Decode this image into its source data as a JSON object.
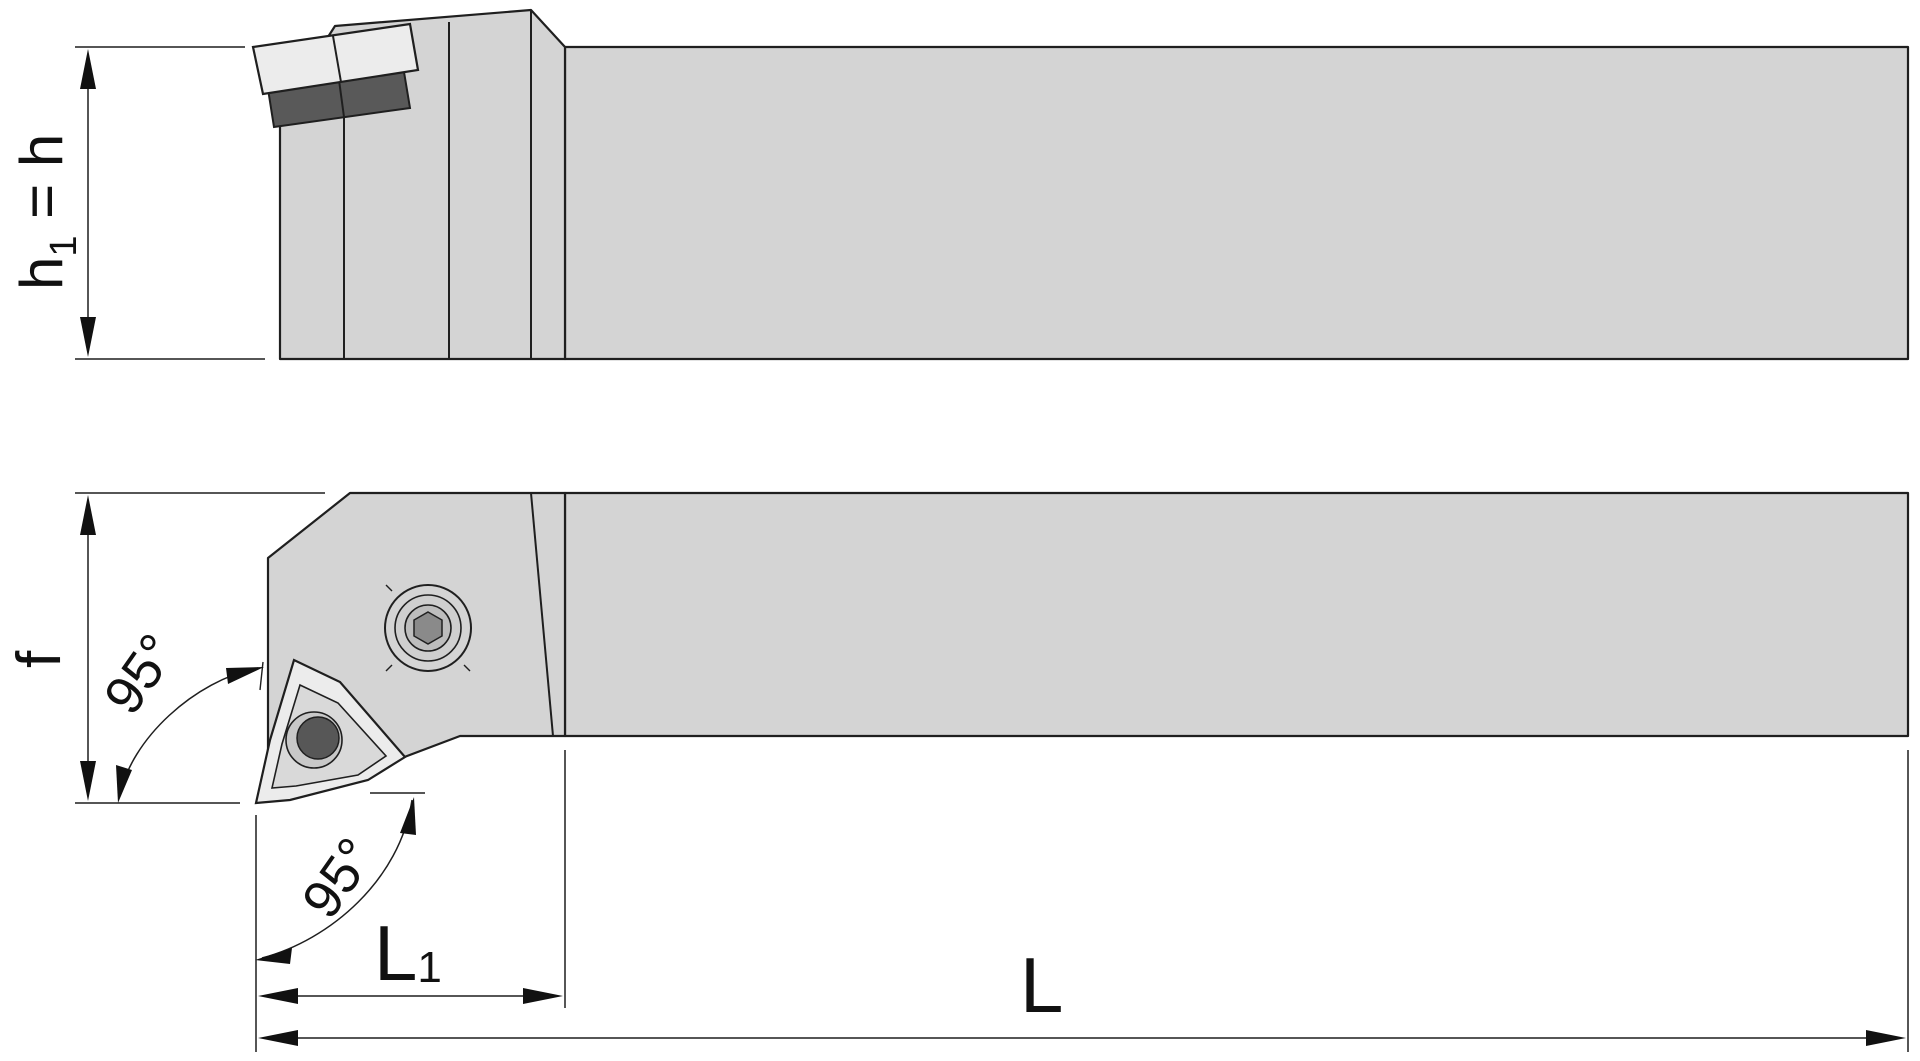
{
  "labels": {
    "height_main": "h",
    "height_sub": "1",
    "height_rest": " = h",
    "offset": "f",
    "angle_top": "95°",
    "angle_bottom": "95°",
    "head_length_main": "L",
    "head_length_sub": "1",
    "overall_length": "L"
  },
  "colors": {
    "body": "#d4d4d4",
    "insert_light": "#ececec",
    "insert_dark": "#595959",
    "line": "#1f1f1f"
  }
}
